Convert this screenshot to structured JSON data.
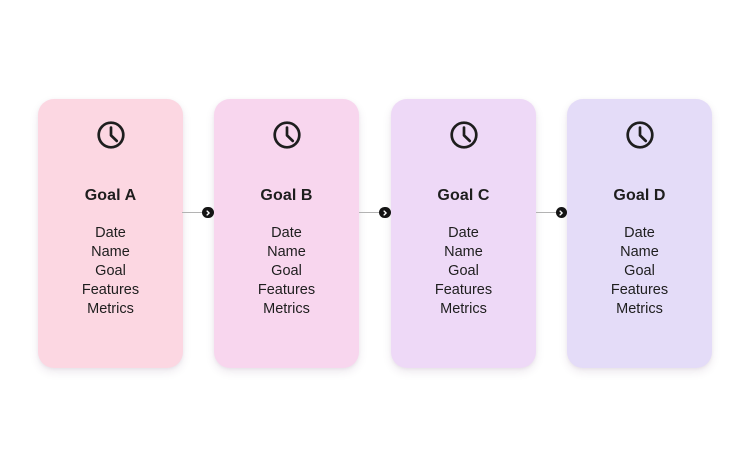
{
  "canvas": {
    "background": "#ffffff"
  },
  "palette": {
    "text_color": "#1e1e1e",
    "icon_stroke_color": "#1e1e1e",
    "connector_line_color": "#b3b3b3",
    "connector_dot_color": "#141414",
    "connector_chevron_color": "#ffffff"
  },
  "cards": [
    {
      "title": "Goal A",
      "color": "#fcd7e2",
      "icon": "clock-icon",
      "fields": [
        "Date",
        "Name",
        "Goal",
        "Features",
        "Metrics"
      ]
    },
    {
      "title": "Goal B",
      "color": "#f8d6ee",
      "icon": "clock-icon",
      "fields": [
        "Date",
        "Name",
        "Goal",
        "Features",
        "Metrics"
      ]
    },
    {
      "title": "Goal C",
      "color": "#eed9f7",
      "icon": "clock-icon",
      "fields": [
        "Date",
        "Name",
        "Goal",
        "Features",
        "Metrics"
      ]
    },
    {
      "title": "Goal D",
      "color": "#e4dcf8",
      "icon": "clock-icon",
      "fields": [
        "Date",
        "Name",
        "Goal",
        "Features",
        "Metrics"
      ]
    }
  ],
  "connectors": [
    {
      "icon": "arrow-right-icon"
    },
    {
      "icon": "arrow-right-icon"
    },
    {
      "icon": "arrow-right-icon"
    }
  ]
}
